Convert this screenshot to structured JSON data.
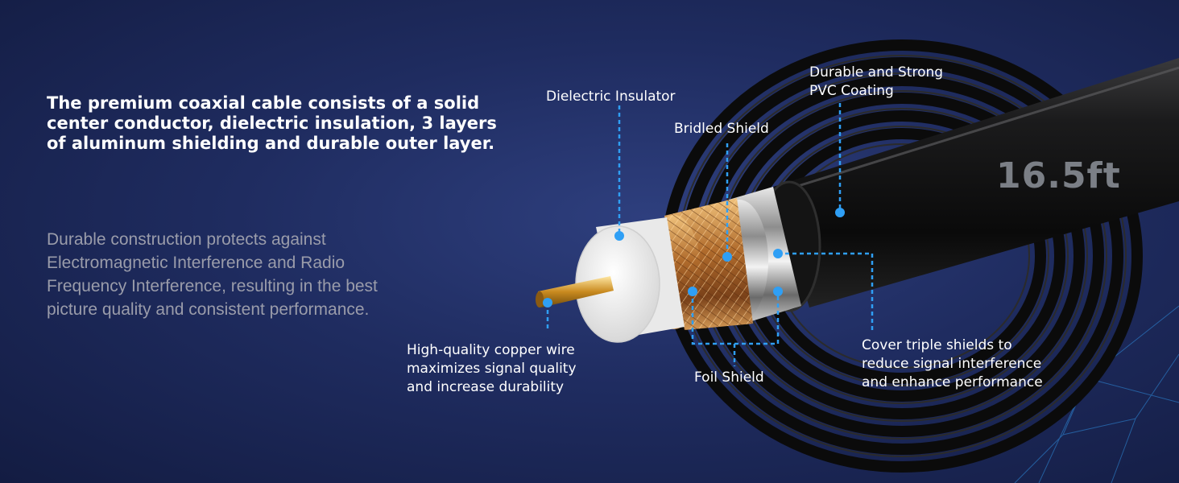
{
  "intro": {
    "headline": "The premium coaxial cable consists of a solid center conductor, dielectric insulation, 3 layers of aluminum shielding and durable outer layer.",
    "body": "Durable construction protects against Electromagnetic Interference and Radio Frequency Interference, resulting in the best picture quality and consistent performance."
  },
  "cable_length": "16.5ft",
  "callouts": {
    "dielectric": "Dielectric Insulator",
    "bridled": "Bridled Shield",
    "pvc": "Durable and Strong\nPVC Coating",
    "copper": "High-quality copper wire\nmaximizes signal quality\nand increase durability",
    "foil": "Foil Shield",
    "triple": "Cover triple shields to\nreduce signal interference\nand enhance performance"
  },
  "colors": {
    "background": "#1f2c60",
    "callout_line": "#2f9ff5",
    "cable_jacket": "#111111",
    "braid": "#c98a4a",
    "conductor": "#d9a63a",
    "dielectric": "#f4f4f4"
  }
}
